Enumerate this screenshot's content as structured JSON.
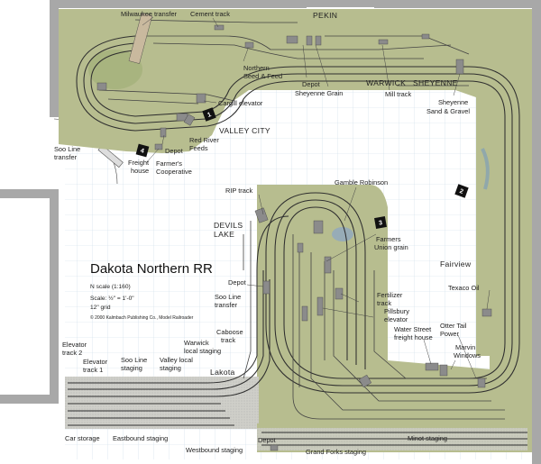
{
  "title": "Dakota Northern RR",
  "scale": "N scale (1:160)",
  "scale_ratio": "Scale: ½\" = 1'-0\"",
  "grid": "12\" grid",
  "copyright": "© 2000 Kalmbach Publishing Co., Model Railroader",
  "towns": {
    "pekin": "PEKIN",
    "warwick": "WARWICK",
    "sheyenne": "SHEYENNE",
    "valley_city": "VALLEY CITY",
    "devils_lake_1": "DEVILS",
    "devils_lake_2": "LAKE",
    "fairview": "Fairview",
    "lakota": "Lakota"
  },
  "labels": {
    "milwaukee_transfer": "Milwaukee transfer",
    "cement_track": "Cement track",
    "northern_seed_1": "Northern",
    "northern_seed_2": "Seed & Feed",
    "depot_warwick": "Depot",
    "sheyenne_grain": "Sheyenne Grain",
    "mill_track": "Mill track",
    "sheyenne_sand_1": "Sheyenne",
    "sheyenne_sand_2": "Sand & Gravel",
    "cargill": "Cargill elevator",
    "red_river_1": "Red River",
    "red_river_2": "Feeds",
    "depot_valley": "Depot",
    "farmers_coop_1": "Farmer's",
    "farmers_coop_2": "Cooperative",
    "freight_house_1": "Freight",
    "freight_house_2": "house",
    "soo_transfer_top_1": "Soo Line",
    "soo_transfer_top_2": "transfer",
    "gamble": "Gamble Robinson",
    "rip_track": "RIP track",
    "farmers_union_1": "Farmers",
    "farmers_union_2": "Union grain",
    "depot_devils": "Depot",
    "soo_transfer_mid_1": "Soo Line",
    "soo_transfer_mid_2": "transfer",
    "caboose_1": "Caboose",
    "caboose_2": "track",
    "warwick_local_1": "Warwick",
    "warwick_local_2": "local staging",
    "valley_local_1": "Valley local",
    "valley_local_2": "staging",
    "soo_staging_1": "Soo Line",
    "soo_staging_2": "staging",
    "elevator2_1": "Elevator",
    "elevator2_2": "track 2",
    "elevator1_1": "Elevator",
    "elevator1_2": "track 1",
    "fertilizer_1": "Fertilizer",
    "fertilizer_2": "track",
    "pillsbury_1": "Pillsbury",
    "pillsbury_2": "elevator",
    "water_street_1": "Water Street",
    "water_street_2": "freight house",
    "marvin_1": "Marvin",
    "marvin_2": "Windows",
    "otter_1": "Otter Tail",
    "otter_2": "Power",
    "texaco": "Texaco Oil",
    "car_storage": "Car storage",
    "eastbound": "Eastbound staging",
    "westbound": "Westbound staging",
    "depot_lakota": "Depot",
    "grand_forks": "Grand Forks staging",
    "minot": "Minot staging"
  },
  "markers": [
    "1",
    "2",
    "3",
    "4"
  ],
  "colors": {
    "scenery": "#b7bd8f",
    "wall": "#a8a8a8",
    "grid_line": "#c9dbe8",
    "track": "#2f2f2f",
    "marker": "#111111"
  }
}
